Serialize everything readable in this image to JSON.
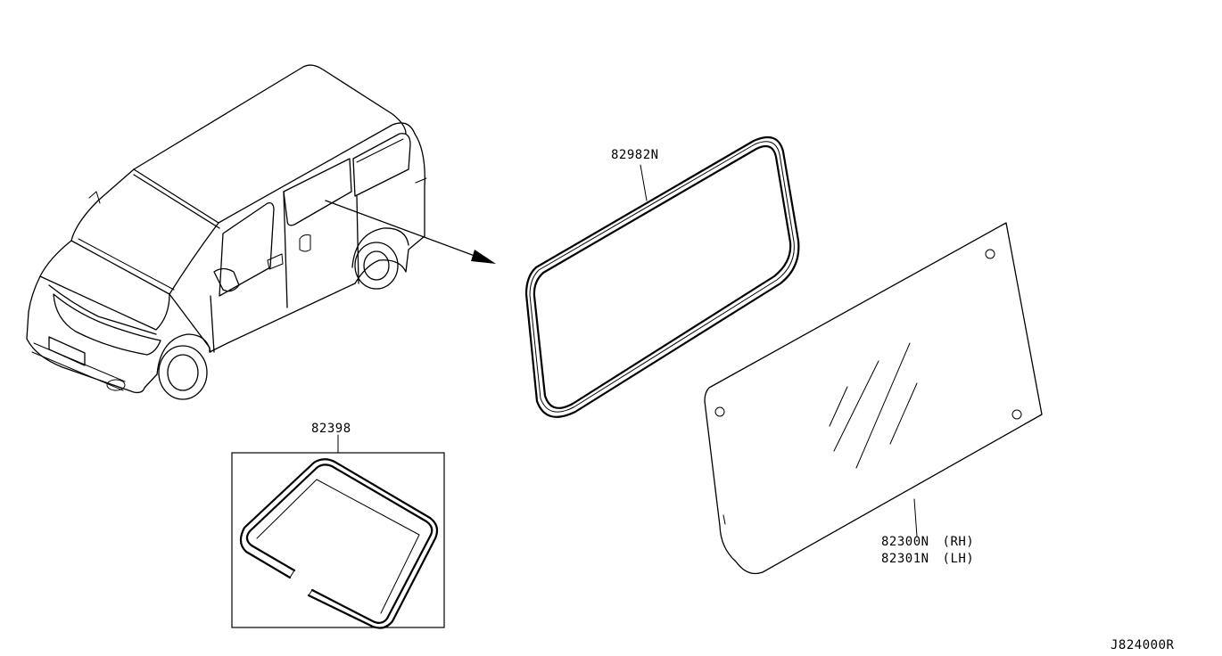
{
  "parts": {
    "seal_molding": {
      "number": "82982N"
    },
    "seal_kit": {
      "number": "82398"
    },
    "glass_rh": {
      "number": "82300N",
      "side": "(RH)"
    },
    "glass_lh": {
      "number": "82301N",
      "side": "(LH)"
    }
  },
  "diagram_code": "J824000R",
  "colors": {
    "line": "#000000",
    "background": "#ffffff"
  }
}
